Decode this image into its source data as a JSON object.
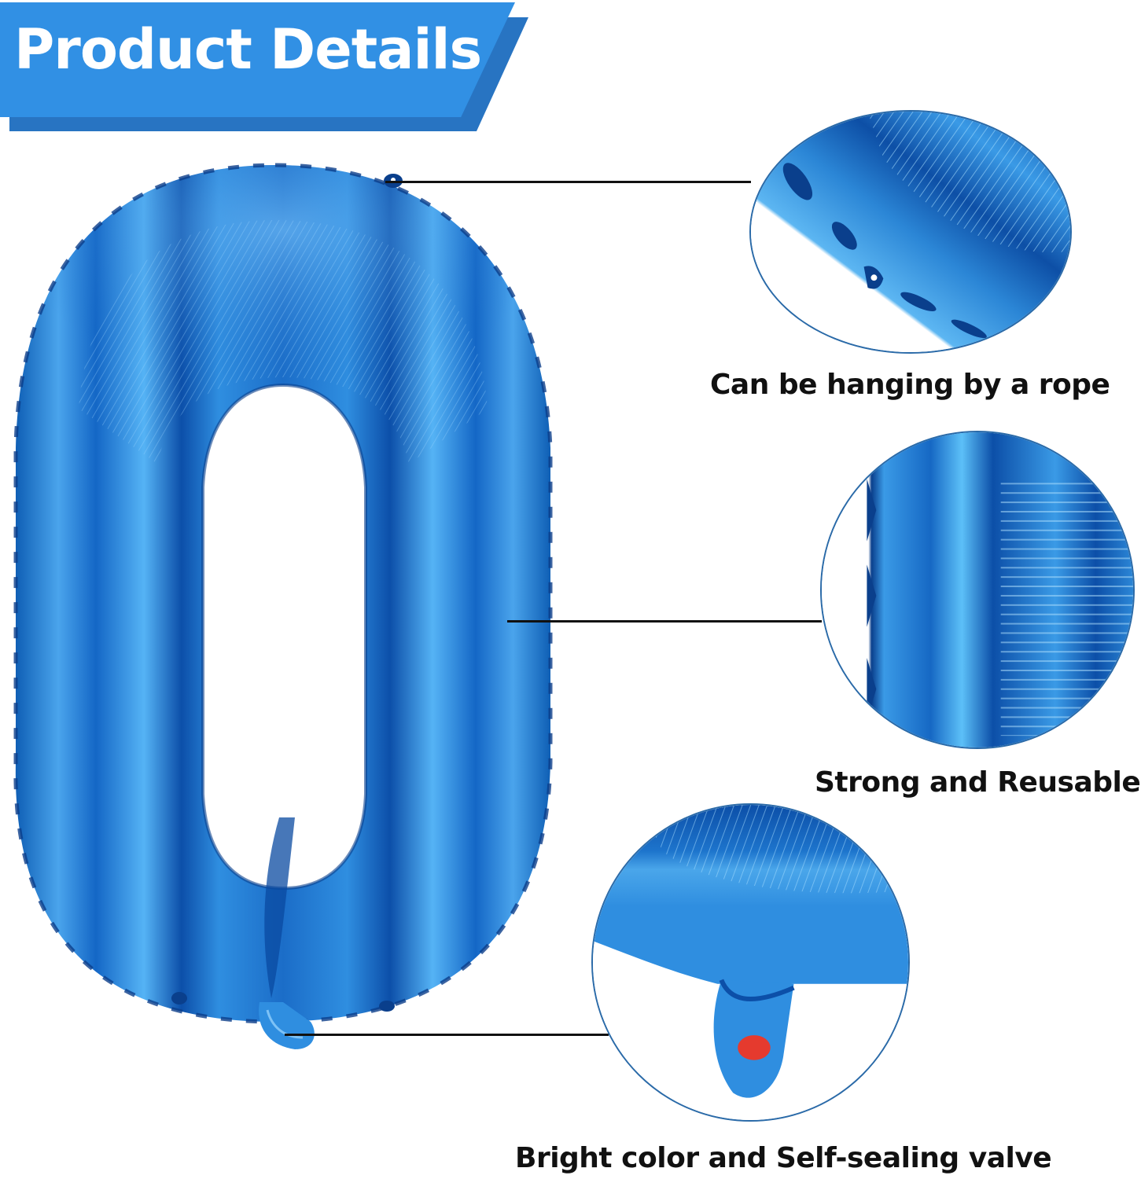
{
  "banner": {
    "title": "Product Details",
    "color": "#3190e4",
    "shadow_color": "#2874c2"
  },
  "product": {
    "name": "number-0-foil-balloon",
    "digit": "0",
    "color": "#1e6fc4"
  },
  "details": [
    {
      "label": "Can be hanging by a rope",
      "zoom_subject": "hanging-tab"
    },
    {
      "label": "Strong and Reusable",
      "zoom_subject": "foil-surface"
    },
    {
      "label": "Bright color and Self-sealing valve",
      "zoom_subject": "self-sealing-valve"
    }
  ],
  "colors": {
    "circle_border": "#2a6aa8",
    "connector": "#111111",
    "caption_text": "#111111",
    "valve_dot": "#e53a2e"
  }
}
